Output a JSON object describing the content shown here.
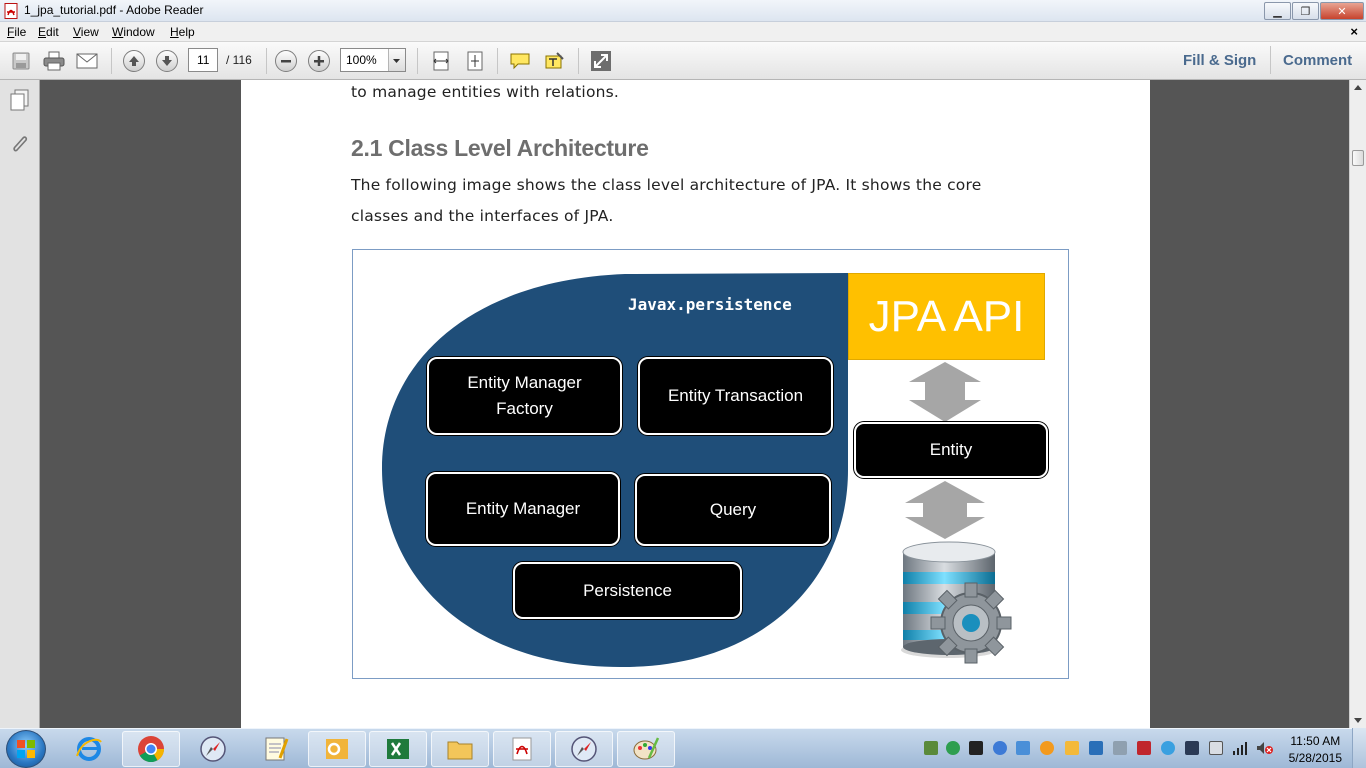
{
  "window": {
    "title": "1_jpa_tutorial.pdf - Adobe Reader",
    "close_doc": "×"
  },
  "menu": {
    "file": "File",
    "edit": "Edit",
    "view": "View",
    "window": "Window",
    "help": "Help"
  },
  "toolbar": {
    "page_current": "11",
    "page_total": "/ 116",
    "zoom": "100%",
    "fill_sign": "Fill & Sign",
    "comment": "Comment"
  },
  "document": {
    "line_top": "to manage entities with relations.",
    "heading": "2.1 Class Level Architecture",
    "para_line1": "The following image shows the class level architecture of JPA. It shows the core",
    "para_line2": "classes and the interfaces of JPA.",
    "figure": {
      "package": "Javax.persistence",
      "api": "JPA API",
      "emf_line1": "Entity Manager",
      "emf_line2": "Factory",
      "entity_transaction": "Entity Transaction",
      "entity_manager": "Entity Manager",
      "query": "Query",
      "persistence": "Persistence",
      "entity": "Entity"
    }
  },
  "taskbar": {
    "time": "11:50 AM",
    "date": "5/28/2015"
  },
  "colors": {
    "blob": "#1f4e79",
    "api_box": "#ffc000",
    "link": "#4a6a8e"
  }
}
